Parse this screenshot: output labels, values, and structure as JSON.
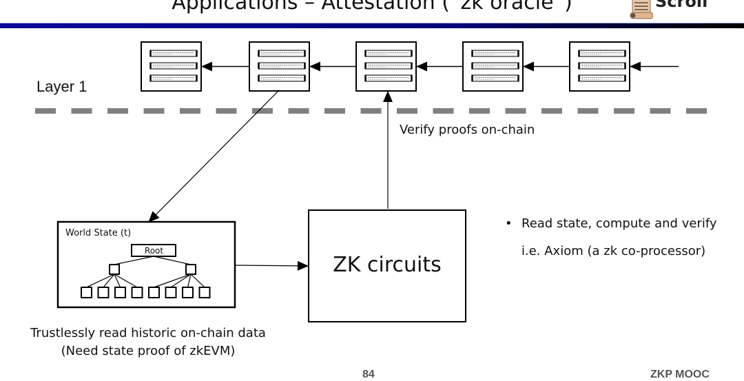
{
  "header": {
    "title": "Applications – Attestation (“zk oracle”)",
    "logo_text": "Scroll",
    "logo_icon": "scroll-icon",
    "bar_colors": [
      "#0a0a9a",
      "#000000"
    ]
  },
  "diagram": {
    "layer_label": "Layer 1",
    "block_count": 5,
    "block_tx_rows": 3,
    "verify_label": "Verify proofs on-chain",
    "zk_box_label": "ZK circuits",
    "world_state": {
      "label": "World State (t)",
      "root_label": "Root",
      "children": 2,
      "leaves_per_child": 4
    },
    "caption_line1": "Trustlessly read historic on-chain data",
    "caption_line2": "(Need state proof of zkEVM)",
    "divider_color": "#808080"
  },
  "bullets": {
    "marker": "•",
    "main": "Read state, compute and verify",
    "sub": "i.e. Axiom (a zk co-processor)"
  },
  "footer": {
    "page_number": "84",
    "brand": "ZKP MOOC"
  }
}
